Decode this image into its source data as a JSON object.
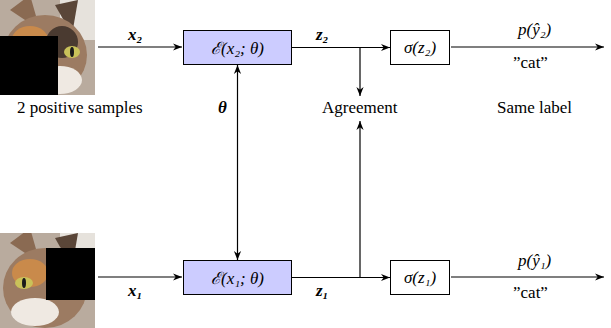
{
  "diagram": {
    "nodes": [
      {
        "text": [
          "ℰ(x₂; θ)"
        ]
      },
      {
        "text": [
          "σ(z₂)"
        ]
      },
      {
        "text": [
          "ℰ(x₁; θ)"
        ]
      },
      {
        "text": [
          "σ(z₁)"
        ]
      }
    ],
    "edges": [
      {
        "from": 0,
        "to": 1,
        "arrow": "to",
        "label": "z₂"
      },
      {
        "from": 2,
        "to": 3,
        "arrow": "to",
        "label": "z₁"
      },
      {
        "from": 0,
        "to": 2,
        "arrow": "both",
        "label": "θ"
      }
    ],
    "labels": [
      "x₂",
      "2 positive samples",
      "Agreement",
      "Same label",
      "p(ŷ₂)",
      "”cat”",
      "x₁",
      "p(ŷ₁)",
      "”cat”"
    ]
  }
}
